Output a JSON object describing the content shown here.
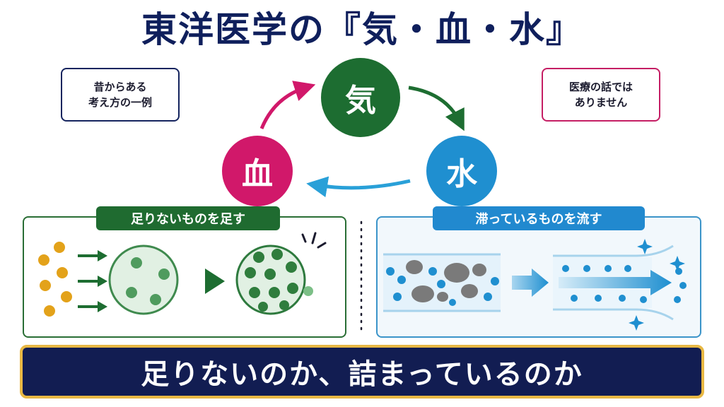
{
  "title": "東洋医学の『気・血・水』",
  "note_left": {
    "line1": "昔からある",
    "line2": "考え方の一例"
  },
  "note_right": {
    "line1": "医療の話では",
    "line2": "ありません"
  },
  "cycle": {
    "ki": "気",
    "ketsu": "血",
    "sui": "水"
  },
  "panel_left": {
    "tag": "足りないものを足す"
  },
  "panel_right": {
    "tag": "滞っているものを流す"
  },
  "banner": "足りないのか、詰まっているのか",
  "colors": {
    "navy": "#0f1f5c",
    "green": "#1d6d31",
    "magenta": "#d1186a",
    "blue": "#1f8fd0",
    "gold": "#e8b844",
    "orange": "#e3a21a"
  }
}
